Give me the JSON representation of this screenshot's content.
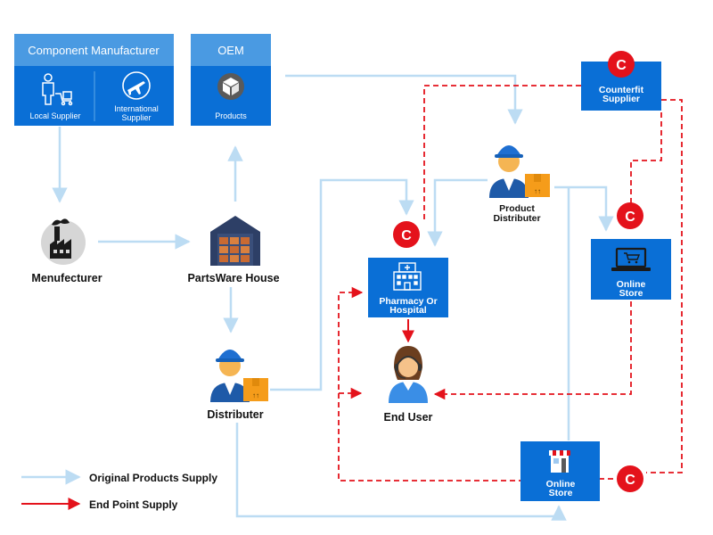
{
  "colors": {
    "box_blue": "#0a6fd6",
    "box_header": "#4a9ae2",
    "supply_line": "#bcdcf3",
    "endpoint_line": "#e4121b",
    "counterfeit_badge": "#e4121b"
  },
  "component_manufacturer": {
    "title": "Component Manufacturer",
    "local_supplier": {
      "label": "Local Supplier",
      "icon": "worker-with-cart-icon"
    },
    "international_supplier": {
      "label_line1": "International",
      "label_line2": "Supplier",
      "icon": "airplane-icon"
    }
  },
  "oem": {
    "title": "OEM",
    "products": {
      "label": "Products",
      "icon": "box-icon"
    }
  },
  "nodes": {
    "manufacturer": {
      "label": "Menufecturer",
      "icon": "factory-icon"
    },
    "partsware_house": {
      "label": "PartsWare House",
      "icon": "warehouse-icon"
    },
    "distributer": {
      "label": "Distributer",
      "icon": "delivery-person-icon"
    },
    "product_distributer": {
      "label_line1": "Product",
      "label_line2": "Distributer",
      "icon": "delivery-person-icon"
    },
    "pharmacy": {
      "label_line1": "Pharmacy Or",
      "label_line2": "Hospital",
      "icon": "hospital-icon"
    },
    "end_user": {
      "label": "End User",
      "icon": "support-agent-icon"
    },
    "online_store_right": {
      "label_line1": "Online",
      "label_line2": "Store",
      "icon": "laptop-cart-icon"
    },
    "online_store_bottom": {
      "label_line1": "Online",
      "label_line2": "Store",
      "icon": "storefront-icon"
    },
    "counterfeit_supplier": {
      "label_line1": "Counterfit",
      "label_line2": "Supplier"
    }
  },
  "badge_letter": "C",
  "legend": {
    "original": "Original Products Supply",
    "endpoint": "End Point Supply"
  }
}
